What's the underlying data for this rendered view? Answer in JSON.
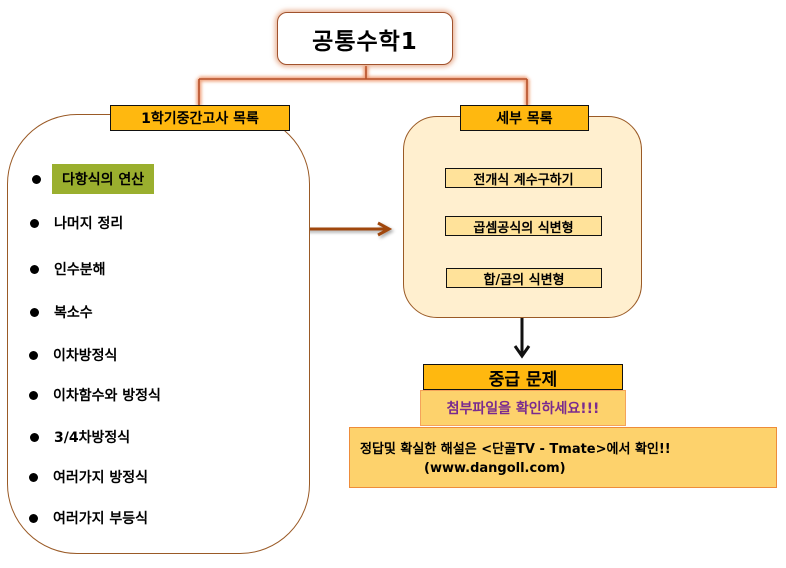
{
  "root": {
    "title": "공통수학1"
  },
  "left_panel": {
    "label": "1학기중간고사 목록",
    "topics": [
      {
        "label": "다항식의 연산",
        "highlighted": true
      },
      {
        "label": "나머지 정리",
        "highlighted": false
      },
      {
        "label": "인수분해",
        "highlighted": false
      },
      {
        "label": "복소수",
        "highlighted": false
      },
      {
        "label": "이차방정식",
        "highlighted": false
      },
      {
        "label": "이차함수와 방정식",
        "highlighted": false
      },
      {
        "label": "3/4차방정식",
        "highlighted": false
      },
      {
        "label": "여러가지 방정식",
        "highlighted": false
      },
      {
        "label": "여러가지 부등식",
        "highlighted": false
      }
    ]
  },
  "right_panel": {
    "label": "세부 목록",
    "items": [
      {
        "label": "전개식 계수구하기"
      },
      {
        "label": "곱셈공식의 식변형"
      },
      {
        "label": "합/곱의 식변형"
      }
    ]
  },
  "problems": {
    "title": "중급 문제",
    "attachment_note": "첨부파일을 확인하세요!!!",
    "info_line1": "정답및 확실한 해설은 <단골TV - Tmate>에서 확인!!",
    "info_line2": "(www.dangoll.com)"
  },
  "colors": {
    "label_fill": "#ffb80f",
    "highlight_fill": "#9aaf2e",
    "connector_brown": "#a0470a",
    "connector_glow": "#e07a4a",
    "panel_fill": "#ffefcf",
    "sub_fill": "#ffe29a",
    "note_fill": "#fdd26c",
    "note_text": "#7a2b8f"
  }
}
